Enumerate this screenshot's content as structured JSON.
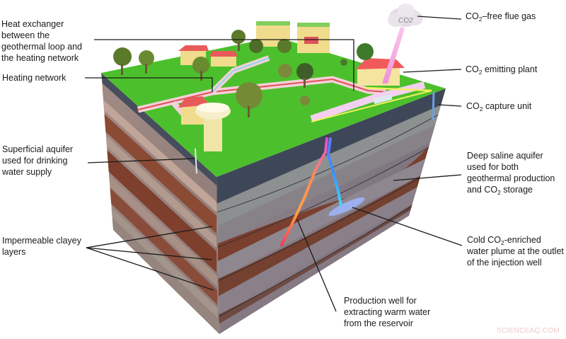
{
  "figure": {
    "type": "annotated 3D block diagram",
    "subject": "Geothermal loop with CO2 capture and storage in a deep saline aquifer",
    "colors": {
      "surface_green": "#4cc02c",
      "top_soil_dark": "#3d4655",
      "rock_grey": "#8e8690",
      "clay_red": "#7a3f2e",
      "production_well_hot": "#ff5a6e",
      "production_well_warm": "#ff9a3c",
      "injection_well": "#30b8ff",
      "plume": "#9fb6ff",
      "leader_line": "#1a1a1a",
      "flue_gas": "#f7a8e0"
    }
  },
  "labels": {
    "heat_exchanger": {
      "lines": [
        "Heat exchanger",
        "between the",
        "geothermal loop and",
        "the heating network"
      ]
    },
    "heating_network": {
      "lines": [
        "Heating network"
      ]
    },
    "superficial_aquifer": {
      "lines": [
        "Superficial aquifer",
        "used for drinking",
        "water supply"
      ]
    },
    "impermeable_layers": {
      "lines": [
        "Impermeable clayey",
        "layers"
      ]
    },
    "flue_gas": {
      "pre": "CO",
      "sub": "2",
      "post": "–free flue gas"
    },
    "emitting_plant": {
      "pre": "CO",
      "sub": "2",
      "post": " emitting plant"
    },
    "capture_unit": {
      "pre": "CO",
      "sub": "2",
      "post": " capture unit"
    },
    "deep_aquifer": {
      "line1": "Deep saline aquifer",
      "line2": "used for both",
      "line3": "geothermal production",
      "line4_pre": "and CO",
      "line4_sub": "2",
      "line4_post": " storage"
    },
    "cold_plume": {
      "line1_pre": "Cold CO",
      "line1_sub": "2",
      "line1_post": "-enriched",
      "line2": "water plume at the outlet",
      "line3": "of the injection well"
    },
    "production_well": {
      "lines": [
        "Production well for",
        "extracting warm water",
        "from the reservoir"
      ]
    }
  },
  "scene": {
    "cloud_text": "CO2"
  },
  "watermark": "SCIENCEAQ.COM"
}
